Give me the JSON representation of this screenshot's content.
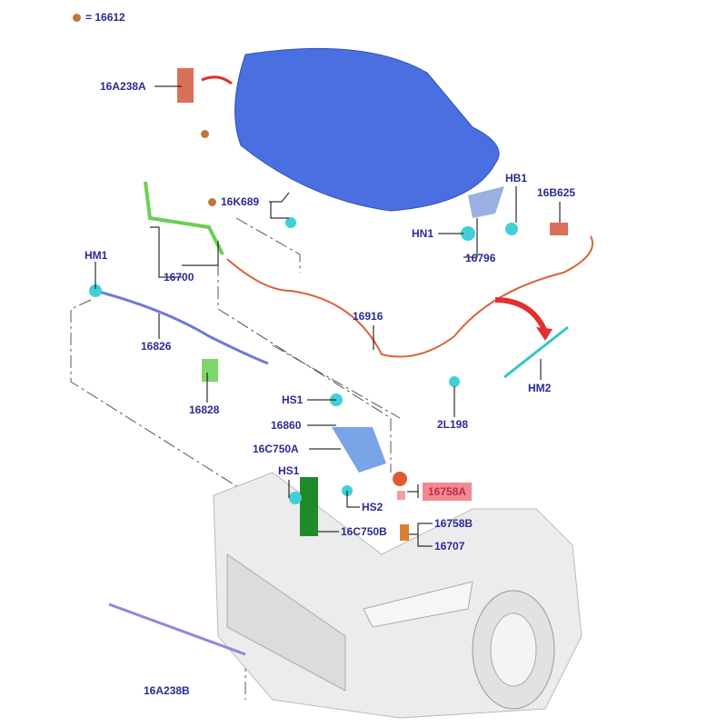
{
  "legend": {
    "symbol": "orange-dot",
    "equals": "=",
    "part": "16612"
  },
  "colors": {
    "label": "#2b2a96",
    "highlight_bg": "#f08a92",
    "highlight_text": "#c22a45",
    "hood": "#4a6fe0",
    "cable": "#d9633a",
    "fastener_dot": "#c0763a"
  },
  "labels": {
    "l16A238A": "16A238A",
    "l16K689": "16K689",
    "lHB1": "HB1",
    "l16B625": "16B625",
    "lHN1": "HN1",
    "l16796": "16796",
    "lHM1": "HM1",
    "l16700": "16700",
    "l16916": "16916",
    "l16826": "16826",
    "l16828": "16828",
    "lHM2": "HM2",
    "l2L198": "2L198",
    "lHS1a": "HS1",
    "l16860": "16860",
    "l16C750A": "16C750A",
    "lHS1b": "HS1",
    "lHS2": "HS2",
    "l16758A": "16758A",
    "l16C750B": "16C750B",
    "l16758B": "16758B",
    "l16707": "16707",
    "l16A238B": "16A238B"
  },
  "highlighted_part": "16758A"
}
